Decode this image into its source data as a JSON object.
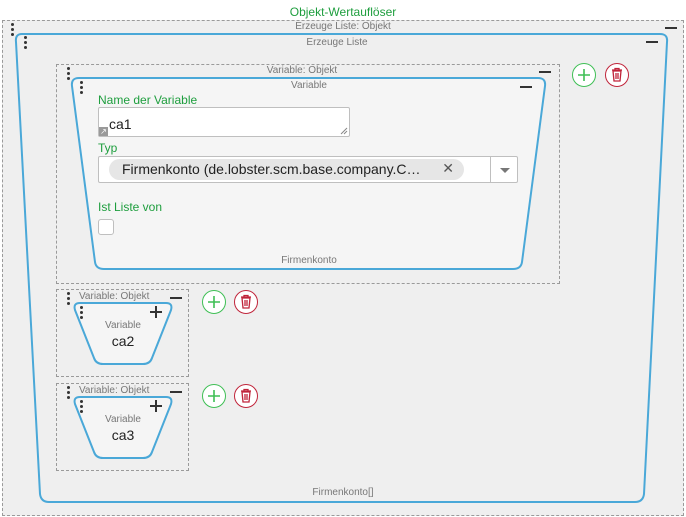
{
  "root": {
    "title": "Objekt-Wertauflöser",
    "outer_label": "Erzeuge Liste: Objekt",
    "list_label": "Erzeuge Liste",
    "list_footer": "Firmenkonto[]"
  },
  "item1": {
    "wrapper_label": "Variable: Objekt",
    "inner_label": "Variable",
    "name_label": "Name der Variable",
    "name_value": "ca1",
    "type_label": "Typ",
    "type_value": "Firmenkonto (de.lobster.scm.base.company.C…",
    "list_label": "Ist Liste von",
    "footer": "Firmenkonto"
  },
  "item2": {
    "wrapper_label": "Variable: Objekt",
    "inner_label": "Variable",
    "value": "ca2"
  },
  "item3": {
    "wrapper_label": "Variable: Objekt",
    "inner_label": "Variable",
    "value": "ca3"
  },
  "colors": {
    "accent_green": "#1e9e3e",
    "border_blue": "#4aa8d8",
    "add_green": "#3fbf55",
    "delete_red": "#c0243a"
  },
  "icons": [
    "drag-handle-icon",
    "collapse-icon",
    "expand-icon",
    "add-icon",
    "delete-icon",
    "clear-icon",
    "dropdown-arrow-icon",
    "resize-handle-icon"
  ]
}
